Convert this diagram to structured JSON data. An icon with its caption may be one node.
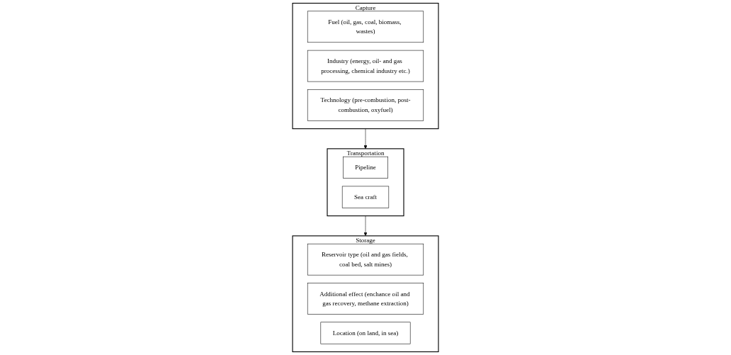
{
  "diagram": {
    "nodes": [
      {
        "text": [
          "Capture"
        ]
      },
      {
        "text": [
          "Fuel (oil, gas, coal, biomass, wastes)"
        ],
        "in": 0
      },
      {
        "text": [
          "Industry (energy, oil- and gas processing, chemical industry etc.)"
        ],
        "in": 0
      },
      {
        "text": [
          "Technology (pre-combustion, post-combustion, oxyfuel)"
        ],
        "in": 0
      },
      {
        "text": [
          "Transportation"
        ]
      },
      {
        "text": [
          "Pipeline"
        ],
        "in": 4
      },
      {
        "text": [
          "Sea craft"
        ],
        "in": 4
      },
      {
        "text": [
          "Storage"
        ]
      },
      {
        "text": [
          "Reservoir type (oil and gas fields, coal bed, salt mines)"
        ],
        "in": 7
      },
      {
        "text": [
          "Additional effect (enchance oil and gas recovery, methane extraction)"
        ],
        "in": 7
      },
      {
        "text": [
          "Location (on land, in sea)"
        ],
        "in": 7
      }
    ],
    "edges": [
      {
        "from": 0,
        "to": 4,
        "arrow": "to"
      },
      {
        "from": 4,
        "to": 7,
        "arrow": "to"
      }
    ]
  }
}
